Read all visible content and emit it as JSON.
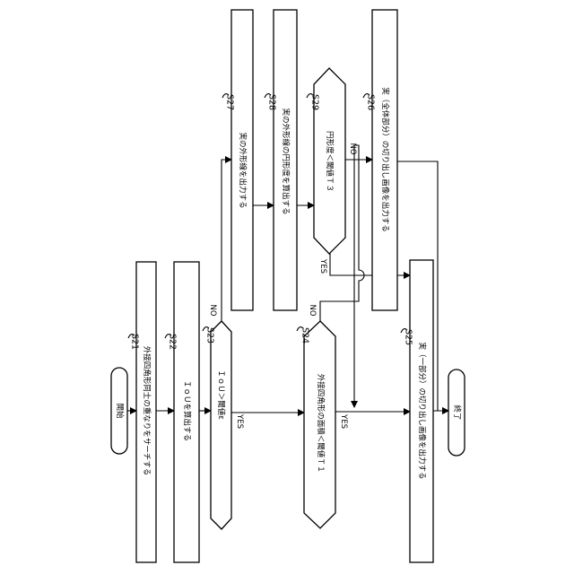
{
  "nodes": {
    "start": "開始",
    "s21": {
      "step": "S21",
      "text": "外接四角形同士の重なりをサーチする"
    },
    "s22": {
      "step": "S22",
      "text": "ＩｏＵを算出する"
    },
    "s23": {
      "step": "S23",
      "text": "ＩｏＵ＞閾値ε"
    },
    "s24": {
      "step": "S24",
      "text": "外接四角形の面積＜閾値Ｔ１"
    },
    "s25": {
      "step": "S25",
      "text": "実（一部分）の切り出し画像を出力する"
    },
    "s26": {
      "step": "S26",
      "text": "実（全体部分）の切り出し画像を出力する"
    },
    "s27": {
      "step": "S27",
      "text": "実の外形線を出力する"
    },
    "s28": {
      "step": "S28",
      "text": "実の外形線の円形度を算出する"
    },
    "s29": {
      "step": "S29",
      "text": "円形度＜閾値Ｔ３"
    },
    "end": "終了"
  },
  "edges": {
    "s23_yes": "YES",
    "s23_no": "NO",
    "s24_yes": "YES",
    "s24_no": "NO",
    "s29_yes": "YES",
    "s29_no": "NO"
  }
}
